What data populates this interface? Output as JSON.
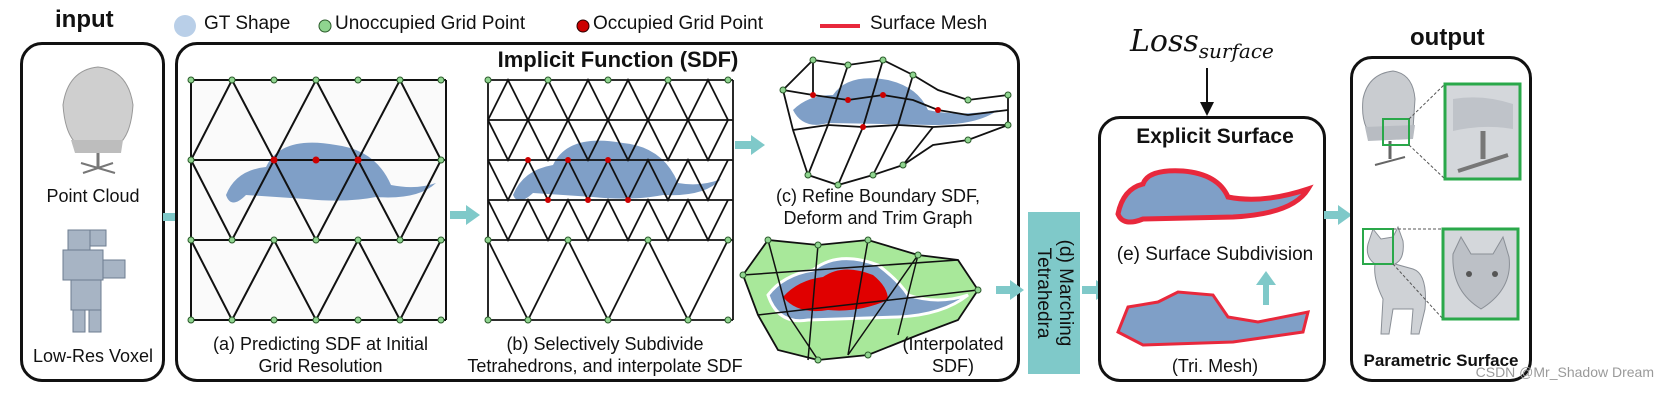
{
  "legend": {
    "gt_shape": "GT Shape",
    "unoccupied": "Unoccupied Grid Point",
    "occupied": "Occupied Grid Point",
    "surface_mesh": "Surface Mesh"
  },
  "input": {
    "title": "input",
    "point_cloud": "Point Cloud",
    "voxel": "Low-Res Voxel"
  },
  "implicit": {
    "title": "Implicit Function (SDF)",
    "a_line1": "(a) Predicting SDF at Initial",
    "a_line2": "Grid Resolution",
    "b_line1": "(b) Selectively Subdivide",
    "b_line2": "Tetrahedrons, and interpolate SDF",
    "c_line1": "(c) Refine Boundary SDF,",
    "c_line2": "Deform and Trim Graph",
    "interp_line1": "(Interpolated",
    "interp_line2": "SDF)"
  },
  "marching": {
    "line1": "(d) Marching",
    "line2": "Tetrahedra"
  },
  "loss": {
    "main": "Loss",
    "sub": "surface"
  },
  "explicit": {
    "title": "Explicit Surface",
    "e_label": "(e) Surface Subdivision",
    "tri_mesh": "(Tri. Mesh)"
  },
  "output": {
    "title": "output",
    "caption": "Parametric Surface"
  },
  "watermark": "CSDN @Mr_Shadow Dream",
  "colors": {
    "shape_blue": "#7f9fc7",
    "legend_blue": "#b9cfe8",
    "unoccupied_green": "#8fd48f",
    "occupied_red": "#cc0000",
    "mesh_red": "#e8283c",
    "teal": "#7fc9c9",
    "sdf_green": "#a8e89a"
  }
}
